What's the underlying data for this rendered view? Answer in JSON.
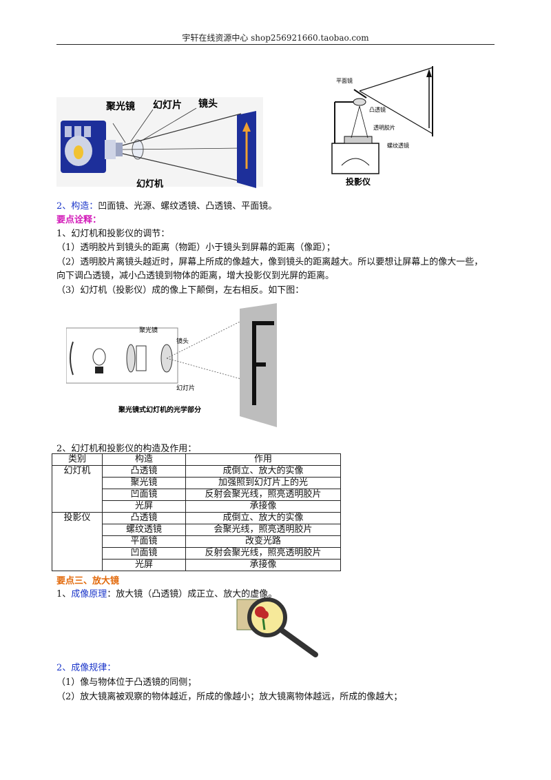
{
  "header": {
    "text": "宇轩在线资源中心   shop256921660.taobao.com"
  },
  "fig1": {
    "label_condenser": "聚光镜",
    "label_slide": "幻灯片",
    "label_lens": "镜头",
    "caption": "幻灯机"
  },
  "fig2": {
    "label_mirror": "平面镜",
    "label_convex": "凸透镜",
    "label_slide": "透明胶片",
    "label_fresnel": "螺纹透镜",
    "caption": "投影仪"
  },
  "structure_line": {
    "prefix": "2、构造：",
    "text": "凹面镜、光源、螺纹透镜、凸透镜、平面镜。"
  },
  "key_heading": "要点诠释：",
  "adjust": {
    "title": "1、幻灯机和投影仪的调节：",
    "p1": "（1）透明胶片到镜头的距离（物距）小于镜头到屏幕的距离（像距）；",
    "p2a": "（2）透明胶片离镜头越近时，屏幕上所成的像越大，像到镜头的距离越大。所以要想让屏幕上的像大一些，",
    "p2b": "向下调凸透镜，减小凸透镜到物体的距离，增大投影仪到光屏的距离。",
    "p3": "（3）幻灯机（投影仪）成的像上下颠倒，左右相反。如下图："
  },
  "fig3": {
    "label_condenser": "聚光镜",
    "label_lens": "镜头",
    "label_slide": "幻灯片",
    "caption": "聚光镜式幻灯机的光学部分"
  },
  "table_title": "2、幻灯机和投影仪的构造及作用：",
  "table": {
    "headers": [
      "类别",
      "构造",
      "作用"
    ],
    "rows": [
      [
        "幻灯机",
        "凸透镜",
        "成倒立、放大的实像"
      ],
      [
        "",
        "聚光镜",
        "加强照到幻灯片上的光"
      ],
      [
        "",
        "凹面镜",
        "反射会聚光线，照亮透明胶片"
      ],
      [
        "",
        "光屏",
        "承接像"
      ],
      [
        "投影仪",
        "凸透镜",
        "成倒立、放大的实像"
      ],
      [
        "",
        "螺纹透镜",
        "会聚光线，照亮透明胶片"
      ],
      [
        "",
        "平面镜",
        "改变光路"
      ],
      [
        "",
        "凹面镜",
        "反射会聚光线，照亮透明胶片"
      ],
      [
        "",
        "光屏",
        "承接像"
      ]
    ]
  },
  "section3": "要点三、放大镜",
  "magnifier": {
    "prefix": "1、",
    "label": "成像原理",
    "text": "：放大镜（凸透镜）成正立、放大的虚像。"
  },
  "rules": {
    "title": "2、成像规律：",
    "p1": "（1）像与物体位于凸透镜的同侧；",
    "p2": "（2）放大镜离被观察的物体越近，所成的像越小；放大镜离物体越远，所成的像越大；"
  }
}
